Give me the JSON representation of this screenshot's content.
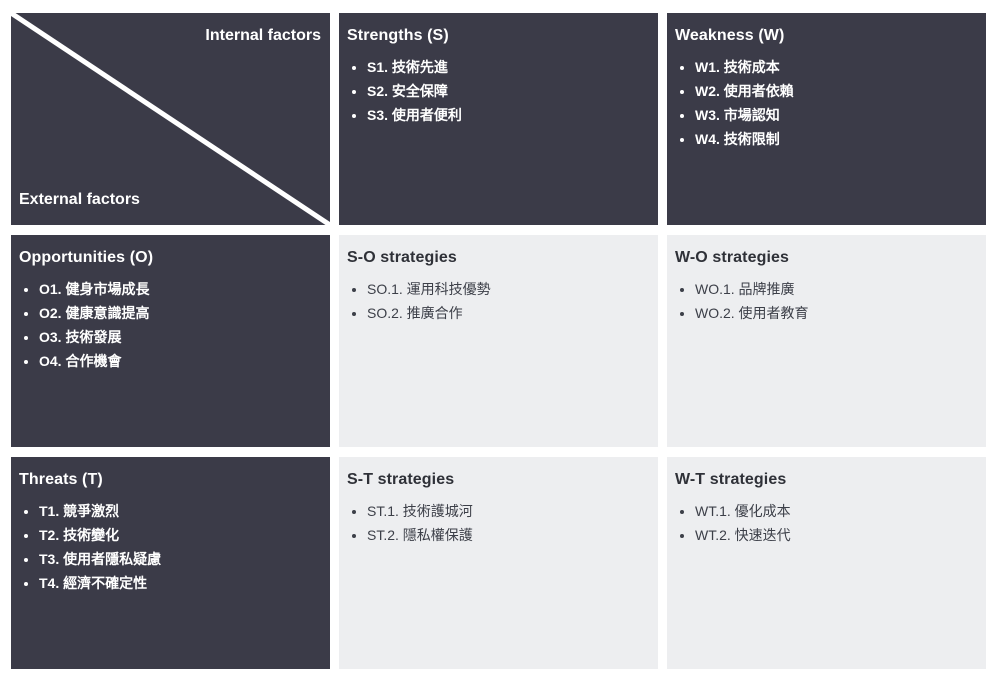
{
  "corner": {
    "internal_label": "Internal factors",
    "external_label": "External factors"
  },
  "strengths": {
    "title": "Strengths (S)",
    "items": [
      "S1. 技術先進",
      "S2. 安全保障",
      "S3. 使用者便利"
    ]
  },
  "weakness": {
    "title": "Weakness (W)",
    "items": [
      "W1. 技術成本",
      "W2. 使用者依賴",
      "W3. 市場認知",
      "W4. 技術限制"
    ]
  },
  "opportunities": {
    "title": "Opportunities (O)",
    "items": [
      "O1. 健身市場成長",
      "O2. 健康意識提高",
      "O3. 技術發展",
      "O4. 合作機會"
    ]
  },
  "so": {
    "title": "S-O strategies",
    "items": [
      "SO.1. 運用科技優勢",
      "SO.2. 推廣合作"
    ]
  },
  "wo": {
    "title": "W-O strategies",
    "items": [
      "WO.1. 品牌推廣",
      "WO.2. 使用者教育"
    ]
  },
  "threats": {
    "title": "Threats (T)",
    "items": [
      "T1. 競爭激烈",
      "T2. 技術變化",
      "T3. 使用者隱私疑慮",
      "T4. 經濟不確定性"
    ]
  },
  "st": {
    "title": "S-T strategies",
    "items": [
      "ST.1. 技術護城河",
      "ST.2. 隱私權保護"
    ]
  },
  "wt": {
    "title": "W-T strategies",
    "items": [
      "WT.1. 優化成本",
      "WT.2. 快速迭代"
    ]
  },
  "colors": {
    "dark_cell": "#3b3b48",
    "light_cell": "#edeef0",
    "diagonal_line": "#ffffff"
  }
}
